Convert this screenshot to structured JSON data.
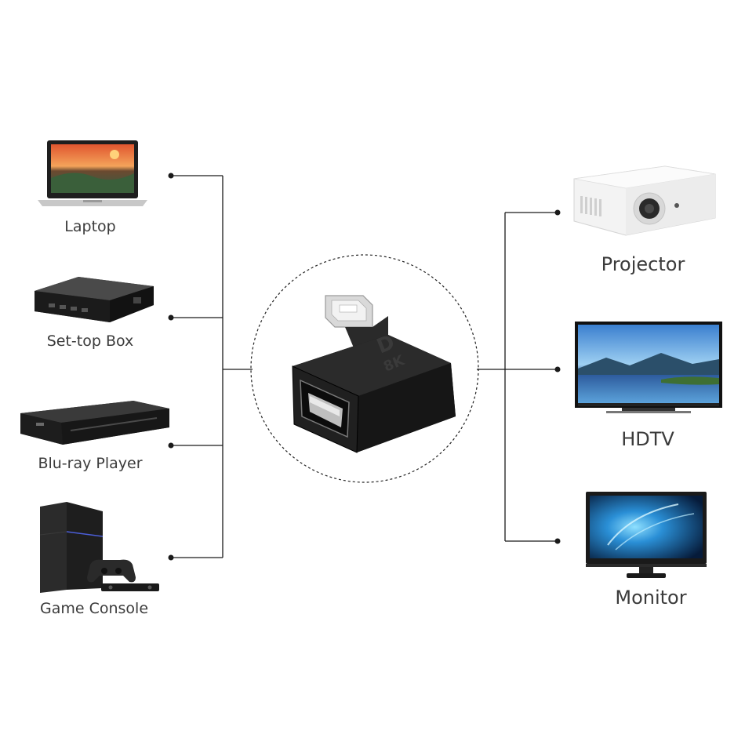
{
  "source_devices": [
    {
      "label": "Laptop",
      "icon": "laptop-icon"
    },
    {
      "label": "Set-top Box",
      "icon": "set-top-box-icon"
    },
    {
      "label": "Blu-ray Player",
      "icon": "blu-ray-player-icon"
    },
    {
      "label": "Game Console",
      "icon": "game-console-icon"
    }
  ],
  "display_devices": [
    {
      "label": "Projector",
      "icon": "projector-icon"
    },
    {
      "label": "HDTV",
      "icon": "hdtv-icon"
    },
    {
      "label": "Monitor",
      "icon": "monitor-icon"
    }
  ],
  "adapter": {
    "icon": "displayport-adapter-icon",
    "logo_text": "D",
    "badge_text": "8K"
  },
  "colors": {
    "line": "#1a1a1a",
    "adapter_body": "#1c1c1c",
    "label_text": "#3b3b3b"
  }
}
